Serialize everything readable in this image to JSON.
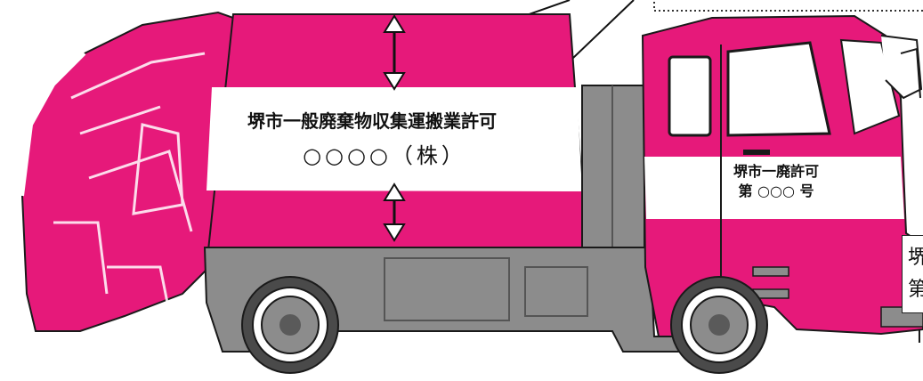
{
  "colors": {
    "body_pink": "#e6197a",
    "panel_white": "#ffffff",
    "grey_chassis": "#8c8c8c",
    "tire_dark": "#4a4a4a",
    "outline": "#1a1a1a"
  },
  "side_panel": {
    "line1": "堺市一般廃棄物収集運搬業許可",
    "line2": "○○○○（株）"
  },
  "door_panel": {
    "line1": "堺市一廃許可",
    "line2": "第 ○○○ 号"
  },
  "cropped_box": {
    "line1": "堺",
    "line2": "第",
    "line3": "Ι"
  }
}
